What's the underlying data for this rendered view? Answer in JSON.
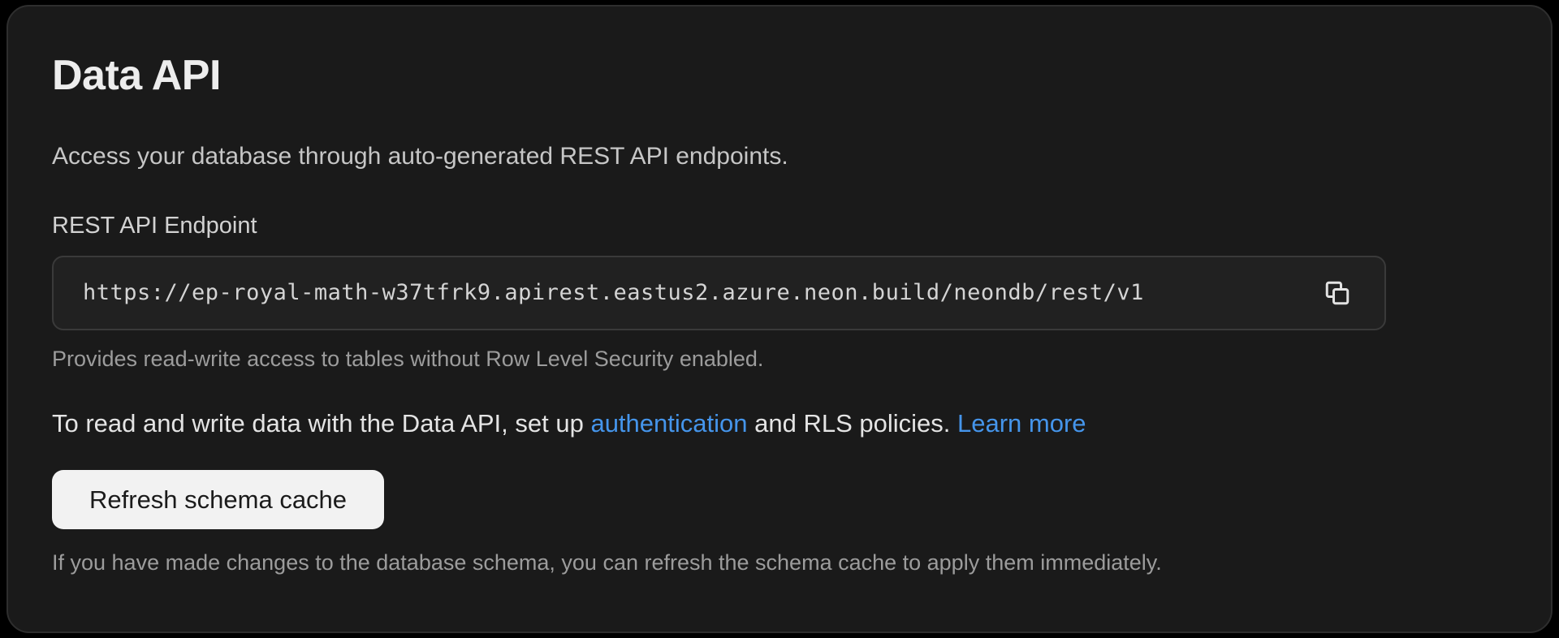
{
  "panel": {
    "title": "Data API",
    "description": "Access your database through auto-generated REST API endpoints.",
    "endpoint": {
      "label": "REST API Endpoint",
      "url": "https://ep-royal-math-w37tfrk9.apirest.eastus2.azure.neon.build/neondb/rest/v1",
      "copy_icon": "copy-icon",
      "helper": "Provides read-write access to tables without Row Level Security enabled."
    },
    "auth_note": {
      "part1": "To read and write data with the Data API, set up ",
      "auth_link": "authentication",
      "part2": " and RLS policies. ",
      "learn_more_link": "Learn more"
    },
    "refresh": {
      "button_label": "Refresh schema cache",
      "helper": "If you have made changes to the database schema, you can refresh the schema cache to apply them immediately."
    }
  },
  "colors": {
    "page_background": "#000000",
    "panel_background": "#1a1a1a",
    "panel_border": "#2e2e2e",
    "endpoint_box_background": "#212121",
    "endpoint_box_border": "#3a3a3a",
    "link_blue": "#4595eb",
    "button_background": "#f2f2f2",
    "button_text": "#1b1b1b",
    "heading_text": "#ededed",
    "muted_text": "#9c9c9c"
  }
}
